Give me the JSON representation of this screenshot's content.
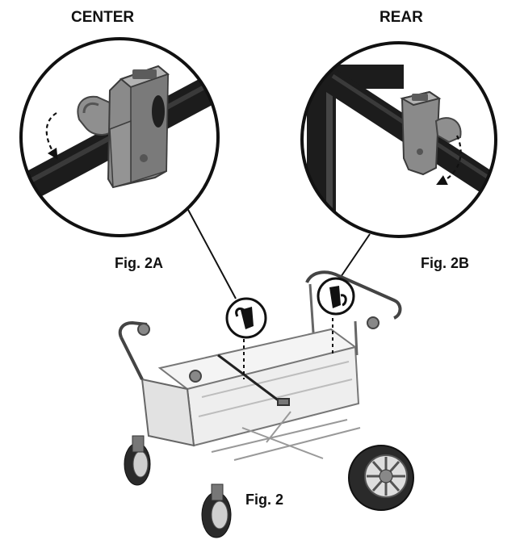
{
  "labels": {
    "center": "CENTER",
    "rear": "REAR",
    "fig_2a": "Fig. 2A",
    "fig_2b": "Fig. 2B",
    "fig_2": "Fig. 2"
  },
  "colors": {
    "ink": "#111111",
    "tube_dark": "#2a2a2a",
    "part_gray": "#8c8c8c",
    "frame_light": "#e9e9e9",
    "outline": "#555555"
  },
  "icons": [
    "rotate-arrow-ccw-icon",
    "rotate-arrow-cw-icon"
  ]
}
